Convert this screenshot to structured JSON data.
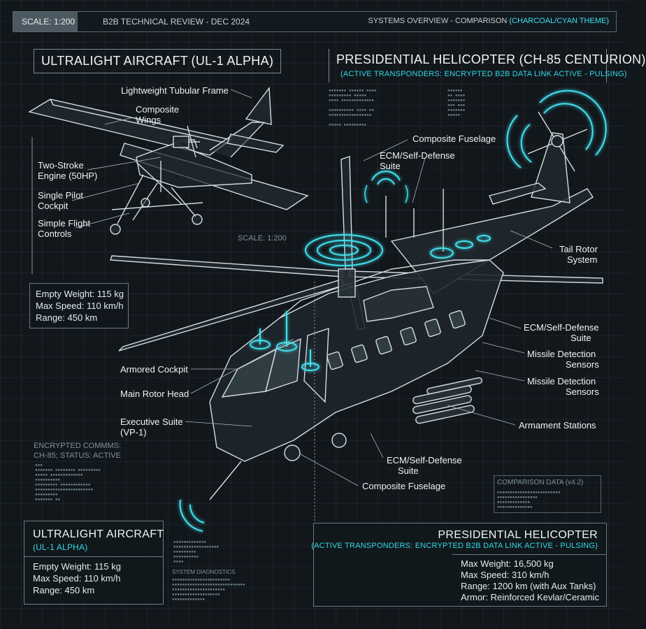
{
  "header": {
    "scale": "SCALE: 1:200",
    "review": "B2B TECHNICAL REVIEW - DEC 2024",
    "overview_prefix": "SYSTEMS OVERVIEW - COMPARISON",
    "overview_theme": "(CHARCOAL/CYAN THEME)"
  },
  "ultralight": {
    "title": "ULTRALIGHT AIRCRAFT",
    "model": "(UL-1 ALPHA)",
    "labels": {
      "frame": "Lightweight Tubular Frame",
      "wings_1": "Composite",
      "wings_2": "Wings",
      "engine_1": "Two-Stroke",
      "engine_2": "Engine (50HP)",
      "cockpit_1": "Single Pilot",
      "cockpit_2": "Cockpit",
      "controls_1": "Simple Flight",
      "controls_2": "Controls"
    },
    "scale": "SCALE: 1:200",
    "stats": [
      "Empty Weight: 115 kg",
      "Max Speed: 110 km/h",
      "Range: 450 km"
    ]
  },
  "helicopter": {
    "title": "PRESIDENTIAL HELICOPTER",
    "model": "(CH-85 CENTURION)",
    "subtitle": "(ACTIVE TRANSPONDERS: ENCRYPTED B2B DATA LINK ACTIVE - PULSING)",
    "labels": {
      "fuselage_top": "Composite Fuselage",
      "ecm_top_1": "ECM/Self-Defense",
      "ecm_top_2": "Suite",
      "tail_1": "Tail Rotor",
      "tail_2": "System",
      "ecm_right_1": "ECM/Self-Defense",
      "ecm_right_2": "Suite",
      "missile_1_1": "Missile Detection",
      "missile_1_2": "Sensors",
      "missile_2_1": "Missile Detection",
      "missile_2_2": "Sensors",
      "armament": "Armament Stations",
      "armored_cockpit": "Armored Cockpit",
      "main_rotor": "Main Rotor Head",
      "exec_1": "Executive Suite",
      "exec_2": "(VP-1)",
      "ecm_bottom_1": "ECM/Self-Defense",
      "ecm_bottom_2": "Suite",
      "fuselage_bottom": "Composite Fuselage"
    }
  },
  "side_notes": {
    "comms_1": "ENCRYPTED COMMMS:",
    "comms_2": "CH-85; STATUS: ACTIVE",
    "comparison": "COMPARISON DATA (v4.2)",
    "diagnostics": "SYSTEM DIAGNOSTICS"
  },
  "bottom_left": {
    "title": "ULTRALIGHT AIRCRAFT",
    "model": "(UL-1 ALPHA)",
    "stats": [
      "Empty Weight: 115 kg",
      "Max Speed: 110 km/h",
      "Range: 450 km"
    ]
  },
  "bottom_right": {
    "title": "PRESIDENTIAL HELICOPTER",
    "subtitle": "(ACTIVE TRANSPONDERS: ENCRYPTED B2B DATA LINK ACTIVE - PULSING)",
    "stats": [
      "Max Weight: 16,500 kg",
      "Max Speed: 310 km/h",
      "Range: 1200 km (with Aux Tanks)",
      "Armor: Reinforced Kevlar/Ceramic"
    ]
  },
  "colors": {
    "background": "#12171c",
    "accent_cyan": "#3fe0ee",
    "line": "#cfd8dc"
  }
}
